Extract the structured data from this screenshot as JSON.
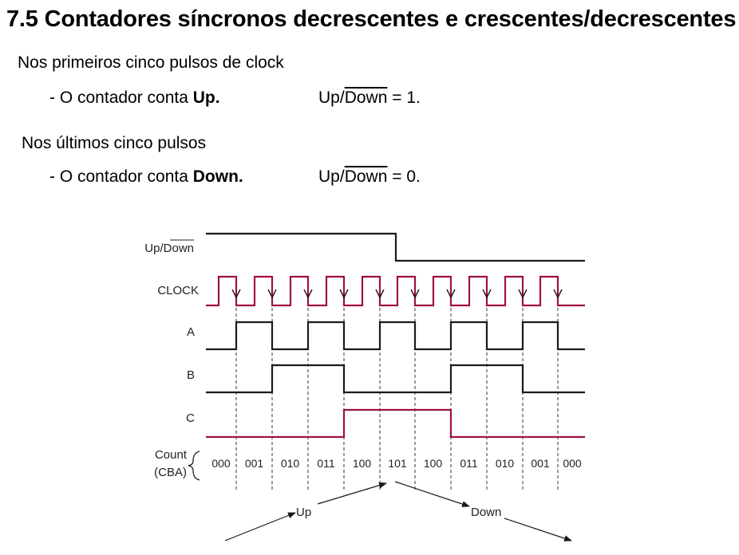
{
  "title": "7.5 Contadores síncronos decrescentes e crescentes/decrescentes",
  "text": {
    "line1": "Nos primeiros cinco pulsos de clock",
    "line2_prefix": "- O contador conta ",
    "line2_bold": "Up.",
    "eq1_prefix": "Up/",
    "eq1_bar": "Down",
    "eq1_suffix": " = 1.",
    "line3": "Nos últimos cinco pulsos",
    "line4_prefix": "- O contador conta ",
    "line4_bold": "Down.",
    "eq2_prefix": "Up/",
    "eq2_bar": "Down",
    "eq2_suffix": " = 0."
  },
  "diagram": {
    "signal_labels": {
      "updown_prefix": "Up/",
      "updown_bar": "Down",
      "clock": "CLOCK",
      "a": "A",
      "b": "B",
      "c": "C",
      "count": "Count",
      "cba": "(CBA)"
    },
    "counts": [
      "000",
      "001",
      "010",
      "011",
      "100",
      "101",
      "100",
      "011",
      "010",
      "001",
      "000"
    ],
    "up_label": "Up",
    "down_label": "Down",
    "colors": {
      "black": "#1a1a1a",
      "red": "#a0103f"
    },
    "updown_level": [
      1,
      1,
      1,
      1,
      1,
      0,
      0,
      0,
      0,
      0
    ],
    "a_levels": [
      0,
      1,
      0,
      1,
      0,
      1,
      0,
      1,
      0,
      1,
      0
    ],
    "b_levels": [
      0,
      0,
      1,
      1,
      0,
      0,
      0,
      1,
      1,
      0,
      0
    ],
    "c_levels": [
      0,
      0,
      0,
      0,
      1,
      1,
      1,
      0,
      0,
      0,
      0
    ]
  }
}
